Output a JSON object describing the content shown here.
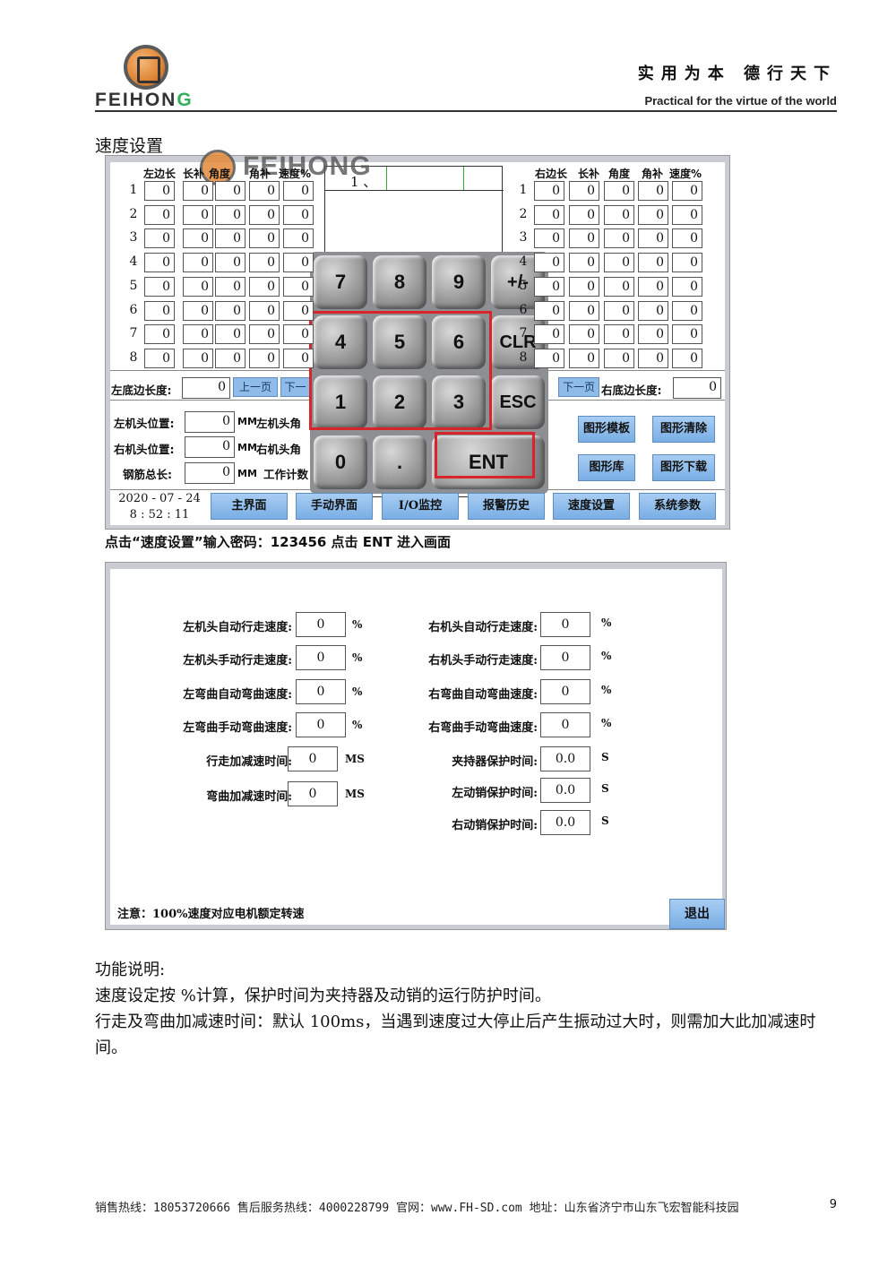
{
  "header": {
    "logo_text": "FEIHONG",
    "motto": "实用为本  德行天下",
    "motto_en": "Practical for the virtue of the world"
  },
  "section_title": "速度设置",
  "screen1": {
    "watermark": "FEIHONG",
    "left_headers": [
      "左边长",
      "长补",
      "角度",
      "角补",
      "速度%"
    ],
    "right_headers": [
      "右边长",
      "长补",
      "角度",
      "角补",
      "速度%"
    ],
    "row_numbers": [
      "1",
      "2",
      "3",
      "4",
      "5",
      "6",
      "7",
      "8"
    ],
    "cell_value": "0",
    "preview_text": "1 、",
    "left_bottom_label": "左底边长度:",
    "left_bottom_value": "0",
    "prev_page": "上一页",
    "next_page_partial": "下一",
    "next_page": "下一页",
    "right_bottom_label": "右底边长度:",
    "right_bottom_value": "0",
    "left_head_pos_label": "左机头位置:",
    "left_head_pos_value": "0",
    "right_head_pos_label": "右机头位置:",
    "right_head_pos_value": "0",
    "rebar_total_label": "钢筋总长:",
    "rebar_total_value": "0",
    "unit_mm": "MM",
    "left_head_angle_partial": "左机头角",
    "right_head_angle_partial": "右机头角",
    "work_count_partial": "工作计数",
    "btn_graph_template": "图形模板",
    "btn_graph_clear": "图形清除",
    "btn_graph_lib": "图形库",
    "btn_graph_download": "图形下载",
    "date": "2020 - 07 - 24",
    "time": "8 : 52 : 11",
    "nav": [
      "主界面",
      "手动界面",
      "I/O监控",
      "报警历史",
      "速度设置",
      "系统参数"
    ],
    "keypad": {
      "keys": [
        "7",
        "8",
        "9",
        "+/-",
        "4",
        "5",
        "6",
        "CLR",
        "1",
        "2",
        "3",
        "ESC",
        "0",
        ".",
        "ENT"
      ]
    }
  },
  "caption": "点击“速度设置”输入密码：123456 点击 ENT 进入画面",
  "screen2": {
    "left_params": [
      {
        "label": "左机头自动行走速度:",
        "value": "0",
        "unit": "%"
      },
      {
        "label": "左机头手动行走速度:",
        "value": "0",
        "unit": "%"
      },
      {
        "label": "左弯曲自动弯曲速度:",
        "value": "0",
        "unit": "%"
      },
      {
        "label": "左弯曲手动弯曲速度:",
        "value": "0",
        "unit": "%"
      },
      {
        "label": "行走加减速时间:",
        "value": "0",
        "unit": "MS"
      },
      {
        "label": "弯曲加减速时间:",
        "value": "0",
        "unit": "MS"
      }
    ],
    "right_params": [
      {
        "label": "右机头自动行走速度:",
        "value": "0",
        "unit": "%"
      },
      {
        "label": "右机头手动行走速度:",
        "value": "0",
        "unit": "%"
      },
      {
        "label": "右弯曲自动弯曲速度:",
        "value": "0",
        "unit": "%"
      },
      {
        "label": "右弯曲手动弯曲速度:",
        "value": "0",
        "unit": "%"
      },
      {
        "label": "夹持器保护时间:",
        "value": "0.0",
        "unit": "S"
      },
      {
        "label": "左动销保护时间:",
        "value": "0.0",
        "unit": "S"
      },
      {
        "label": "右动销保护时间:",
        "value": "0.0",
        "unit": "S"
      }
    ],
    "note": "注意：100%速度对应电机额定转速",
    "exit": "退出"
  },
  "description": {
    "heading": "功能说明:",
    "line1": "速度设定按 %计算，保护时间为夹持器及动销的运行防护时间。",
    "line2": "行走及弯曲加减速时间：默认 100ms，当遇到速度过大停止后产生振动过大时，则需加大此加减速时间。"
  },
  "footer": {
    "text": "销售热线：18053720666 售后服务热线：4000228799  官网：www.FH-SD.com  地址：山东省济宁市山东飞宏智能科技园",
    "page": "9"
  }
}
